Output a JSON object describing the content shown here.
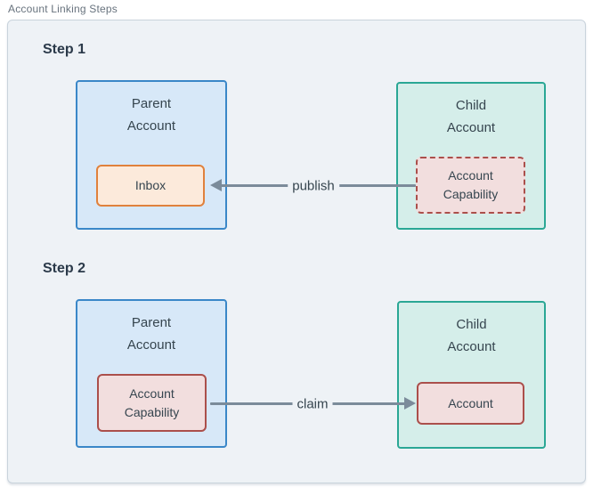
{
  "diagram": {
    "title": "Account Linking Steps",
    "type": "flow-diagram"
  },
  "steps": [
    {
      "label": "Step 1",
      "parent": {
        "title_lines": [
          "Parent",
          "Account"
        ],
        "inner_box": {
          "lines": [
            "Inbox"
          ],
          "border_style": "solid-orange"
        }
      },
      "child": {
        "title_lines": [
          "Child",
          "Account"
        ],
        "inner_box": {
          "lines": [
            "Account",
            "Capability"
          ],
          "border_style": "dashed-red"
        }
      },
      "arrow": {
        "label": "publish",
        "direction": "right-to-left",
        "from": "Account Capability (Child Account)",
        "to": "Inbox (Parent Account)"
      }
    },
    {
      "label": "Step 2",
      "parent": {
        "title_lines": [
          "Parent",
          "Account"
        ],
        "inner_box": {
          "lines": [
            "Account",
            "Capability"
          ],
          "border_style": "solid-red"
        }
      },
      "child": {
        "title_lines": [
          "Child",
          "Account"
        ],
        "inner_box": {
          "lines": [
            "Account"
          ],
          "border_style": "solid-red"
        }
      },
      "arrow": {
        "label": "claim",
        "direction": "left-to-right",
        "from": "Account Capability (Parent Account)",
        "to": "Account (Child Account)"
      }
    }
  ],
  "colors": {
    "page_bg": "#ffffff",
    "panel_bg": "#eef2f6",
    "panel_border": "#c9d3dc",
    "panel_title_text": "#68737e",
    "heading_text": "#2b3a4a",
    "node_text": "#36454f",
    "parent_fill": "#d7e8f8",
    "parent_border": "#3a87c8",
    "child_fill": "#d5eeea",
    "child_border": "#2aa795",
    "inbox_fill": "#fceadb",
    "inbox_border": "#e0813c",
    "capability_fill": "#f2dede",
    "capability_border": "#ab4f4b",
    "arrow": "#7b8b9a"
  }
}
